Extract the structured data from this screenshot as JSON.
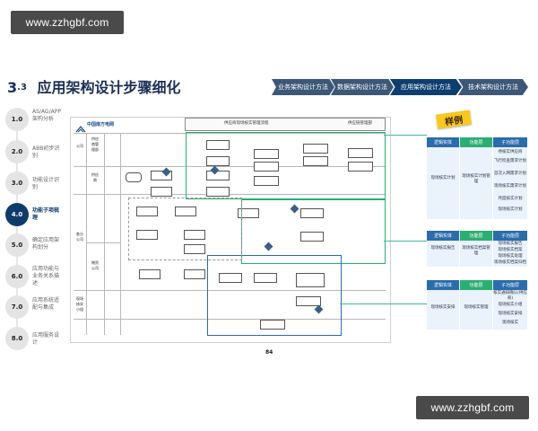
{
  "watermark": {
    "top_text": "www.zzhgbf.com",
    "bottom_text": "www.zzhgbf.com"
  },
  "section": {
    "number": "3",
    "sub_number": ".3",
    "title": "应用架构设计步骤细化"
  },
  "top_tabs": [
    {
      "label": "业务架构设计方法",
      "active": false
    },
    {
      "label": "数据架构设计方法",
      "active": false
    },
    {
      "label": "应用架构设计方法",
      "active": true
    },
    {
      "label": "技术架构设计方法",
      "active": false
    }
  ],
  "steps": [
    {
      "num": "1.0",
      "label": "AS/AG/APP架构分析",
      "active": false
    },
    {
      "num": "2.0",
      "label": "ABB初步识别",
      "active": false
    },
    {
      "num": "3.0",
      "label": "功能设计识别",
      "active": false
    },
    {
      "num": "4.0",
      "label": "功能子项梳理",
      "active": true
    },
    {
      "num": "5.0",
      "label": "确定应用架构划分",
      "active": false
    },
    {
      "num": "6.0",
      "label": "应用功能与业务关系描述",
      "active": false
    },
    {
      "num": "7.0",
      "label": "应用系统适配与集成",
      "active": false
    },
    {
      "num": "8.0",
      "label": "应用服务设计",
      "active": false
    }
  ],
  "document": {
    "logo_text": "中国南方电网",
    "flow_title": "供应商现场核实管理流程",
    "flow_title_right": "供应链管理部",
    "lane_labels": [
      "公司",
      "供应商管理部",
      "供应商",
      "各分公司",
      "物资公司",
      "现场核实小组"
    ],
    "page_number": "84"
  },
  "sample_badge": "样例",
  "panels": [
    {
      "headers": [
        "逻辑实体",
        "功能层",
        "子功能层"
      ],
      "entity": "现场核实计划",
      "function": "现场核实计划管理",
      "items": [
        "待核实供应商",
        "飞行检查需求计划",
        "首次入网需求计划",
        "现场核实需求计划",
        "月度核实计划",
        "现场核实计划"
      ]
    },
    {
      "headers": [
        "逻辑实体",
        "功能层",
        "子功能层"
      ],
      "entity": "现场核实报告",
      "function": "现场核实档案管理",
      "items": [
        "现场核实报告",
        "现场核实档案",
        "现场核实处理",
        "现场核实档案归档"
      ]
    },
    {
      "headers": [
        "逻辑实体",
        "功能层",
        "子功能层"
      ],
      "entity": "现场核实安排",
      "function": "现场核实管理",
      "items": [
        "核实通知确认(供应商)",
        "现场核实小组",
        "现场核实安排",
        "现场核实"
      ]
    }
  ]
}
